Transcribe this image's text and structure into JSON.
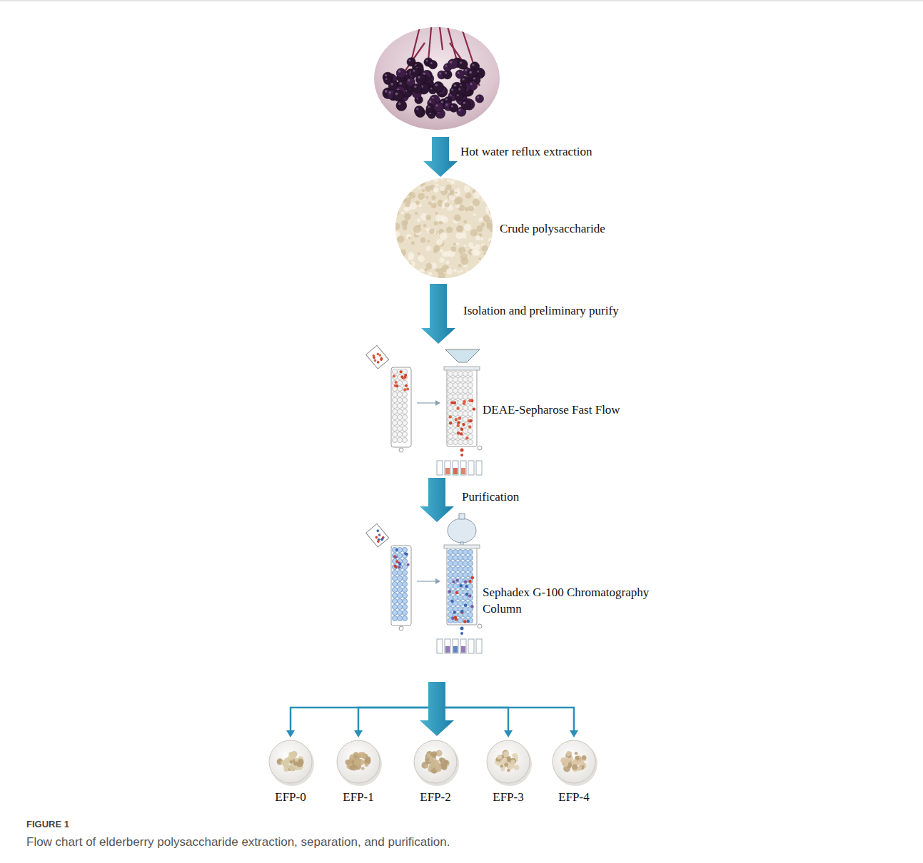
{
  "diagram": {
    "caption": "Flow chart of elderberry polysaccharide extraction, separation, and purification.",
    "nodes": [
      {
        "text": [
          "Crude polysaccharide"
        ]
      },
      {
        "text": [
          "DEAE-Sepharose Fast Flow"
        ]
      },
      {
        "text": [
          "Sephadex G-100 Chromatography Column"
        ]
      },
      {
        "text": [
          "EFP-0"
        ]
      },
      {
        "text": [
          "EFP-1"
        ]
      },
      {
        "text": [
          "EFP-2"
        ]
      },
      {
        "text": [
          "EFP-3"
        ]
      },
      {
        "text": [
          "EFP-4"
        ]
      }
    ],
    "edges": [
      {
        "from": 0,
        "to": 1,
        "label": "Isolation and preliminary purify",
        "arrow": "to"
      },
      {
        "from": 1,
        "to": 2,
        "label": "Purification",
        "arrow": "to"
      },
      {
        "from": 2,
        "to": 3,
        "arrow": "to"
      },
      {
        "from": 2,
        "to": 4,
        "arrow": "to"
      },
      {
        "from": 2,
        "to": 5,
        "arrow": "to"
      },
      {
        "from": 2,
        "to": 6,
        "arrow": "to"
      },
      {
        "from": 2,
        "to": 7,
        "arrow": "to"
      }
    ],
    "labels": [
      "Hot water reflux extraction",
      "FIGURE 1"
    ]
  }
}
